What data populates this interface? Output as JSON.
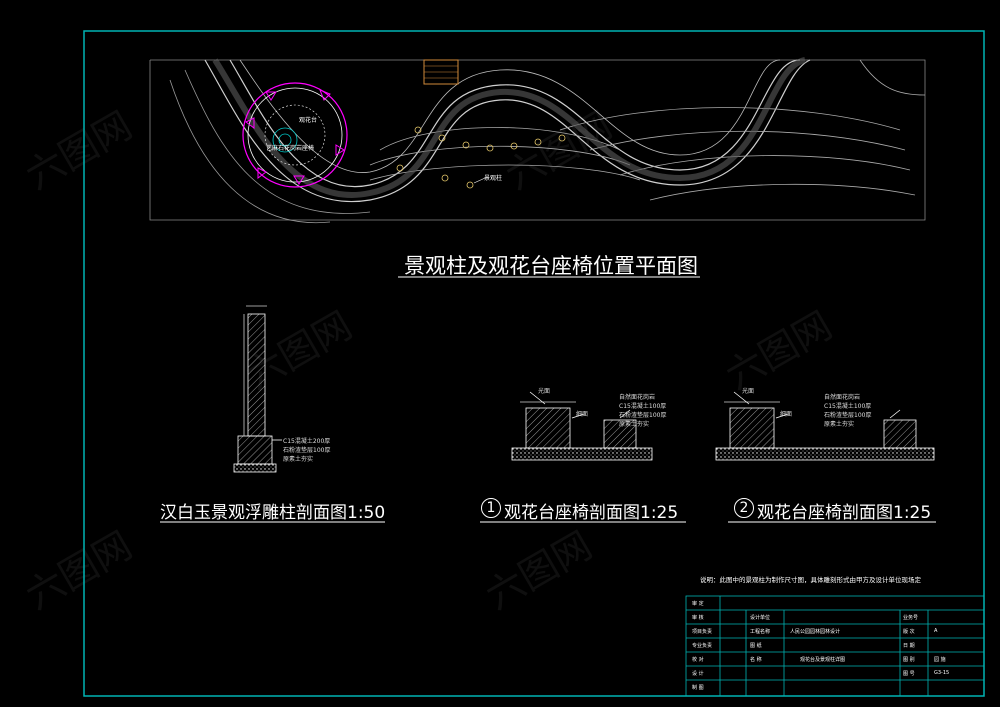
{
  "plan": {
    "title": "景观柱及观花台座椅位置平面图",
    "label_flower_platform": "观花台",
    "label_bench": "艺麻石花岗岩座椅",
    "label_column": "景观柱"
  },
  "section_column": {
    "title": "汉白玉景观浮雕柱剖面图1:50",
    "note_lines": [
      "C15混凝土200厚",
      "石粉渣垫层100厚",
      "原素土夯实"
    ]
  },
  "section_1": {
    "num": "1",
    "title": "观花台座椅剖面图1:25",
    "label_top": "光面",
    "label_side": "细面",
    "note_lines": [
      "自然面花岗岩",
      "C15混凝土100厚",
      "石粉渣垫层100厚",
      "原素土夯实"
    ]
  },
  "section_2": {
    "num": "2",
    "title": "观花台座椅剖面图1:25",
    "label_top": "光面",
    "label_side": "细面",
    "note_lines": [
      "自然面花岗岩",
      "C15混凝土100厚",
      "石粉渣垫层100厚",
      "原素土夯实"
    ]
  },
  "note": "说明：此图中的景观柱为制作尺寸图，具体雕刻形式由甲方及设计单位现场定",
  "title_block": {
    "left_labels": [
      "审 定",
      "审 核",
      "项目负责",
      "专业负责",
      "校 对",
      "设 计",
      "制 图"
    ],
    "col_a": [
      "设计单位",
      "工程名称",
      "图 纸",
      "名 称"
    ],
    "project": "人民公园园林园林设计",
    "drawing_name": "观花台及景观柱详图",
    "right_labels": [
      "业务号",
      "版 次",
      "日 期",
      "图 别",
      "图 号"
    ],
    "right_values": [
      "",
      "A",
      "",
      "园 施",
      "G3-15"
    ]
  },
  "watermark": "六图网",
  "colors": {
    "frame": "#00c8c8",
    "magenta": "#ff00ff",
    "white": "#ffffff",
    "gray": "#9a9a9a"
  }
}
